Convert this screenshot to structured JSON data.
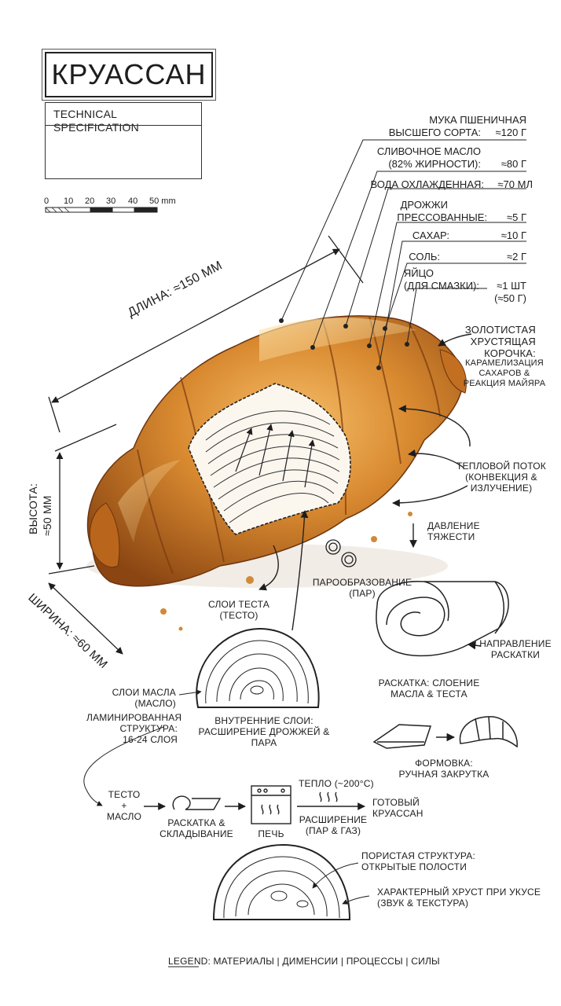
{
  "title": "КРУАССАН",
  "subtitle": "TECHNICAL SPECIFICATION",
  "scale": {
    "ticks": [
      "0",
      "10",
      "20",
      "30",
      "40",
      "50 mm"
    ]
  },
  "ingredients": [
    {
      "name_line1": "МУКА ПШЕНИЧНАЯ",
      "name_line2": "ВЫСШЕГО СОРТА:",
      "amount": "≈120 г"
    },
    {
      "name_line1": "СЛИВОЧНОЕ МАСЛО",
      "name_line2": "(82% ЖИРНОСТИ):",
      "amount": "≈80 г"
    },
    {
      "name_line1": "ВОДА ОХЛАЖДЕННАЯ:",
      "name_line2": "",
      "amount": "≈70 мл"
    },
    {
      "name_line1": "ДРОЖЖИ",
      "name_line2": "ПРЕССОВАННЫЕ:",
      "amount": "≈5 г"
    },
    {
      "name_line1": "САХАР:",
      "name_line2": "",
      "amount": "≈10 г"
    },
    {
      "name_line1": "СОЛЬ:",
      "name_line2": "",
      "amount": "≈2 г"
    },
    {
      "name_line1": "ЯЙЦО",
      "name_line2": "(ДЛЯ СМАЗКИ):",
      "amount": "≈1 шт",
      "amount2": "(≈50 г)"
    }
  ],
  "dimensions": {
    "length": "ДЛИНА: ≈150 мм",
    "height_label": "ВЫСОТА:",
    "height_value": "≈50 мм",
    "width": "ШИРИНА: ≈60 мм"
  },
  "annotations": {
    "crust_title": [
      "ЗОЛОТИСТАЯ",
      "ХРУСТЯЩАЯ",
      "КОРОЧКА:"
    ],
    "crust_desc": [
      "КАРАМЕЛИЗАЦИЯ",
      "САХАРОВ &",
      "РЕАКЦИЯ МАЙЯРА"
    ],
    "heat_flow": [
      "ТЕПЛОВОЙ ПОТОК",
      "(КОНВЕКЦИЯ &",
      "ИЗЛУЧЕНИЕ)"
    ],
    "gravity": [
      "ДАВЛЕНИЕ",
      "ТЯЖЕСТИ"
    ],
    "steam": [
      "ПАРООБРАЗОВАНИЕ",
      "(ПАР)"
    ],
    "dough_layers": [
      "СЛОИ ТЕСТА",
      "(ТЕСТО)"
    ],
    "butter_layers": [
      "СЛОИ МАСЛА",
      "(МАСЛО)"
    ],
    "laminated": [
      "ЛАМИНИРОВАННАЯ",
      "СТРУКТУРА:",
      "16-24 СЛОЯ"
    ],
    "inner_layers": [
      "ВНУТРЕННИЕ СЛОИ:",
      "РАСШИРЕНИЕ ДРОЖЖЕЙ & ПАРА"
    ],
    "roll_direction": [
      "НАПРАВЛЕНИЕ",
      "РАСКАТКИ"
    ],
    "rolling_layering": [
      "РАСКАТКА: СЛОЕНИЕ",
      "МАСЛА & ТЕСТА"
    ],
    "shaping": [
      "ФОРМОВКА:",
      "РУЧНАЯ ЗАКРУТКА"
    ]
  },
  "process": {
    "step1": [
      "ТЕСТО",
      "+",
      "МАСЛО"
    ],
    "step2": [
      "РАСКАТКА &",
      "СКЛАДЫВАНИЕ"
    ],
    "step3": "ПЕЧЬ",
    "heat": "ТЕПЛО (~200°С)",
    "expansion": [
      "РАСШИРЕНИЕ",
      "(ПАР & ГАЗ)"
    ],
    "result": [
      "ГОТОВЫЙ",
      "КРУАССАН"
    ]
  },
  "porous": [
    "ПОРИСТАЯ СТРУКТУРА:",
    "ОТКРЫТЫЕ ПОЛОСТИ"
  ],
  "crunch": [
    "ХАРАКТЕРНЫЙ ХРУСТ ПРИ УКУСЕ",
    "(ЗВУК & ТЕКСТУРА)"
  ],
  "legend": {
    "label": "LEGEND:",
    "items": "МАТЕРИАЛЫ | ДИМЕНСИИ | ПРОЦЕССЫ | СИЛЫ"
  },
  "colors": {
    "crust": "#c8741f",
    "crust_dark": "#8a4512",
    "crust_light": "#f0b25a",
    "ink": "#1d1d1d"
  }
}
